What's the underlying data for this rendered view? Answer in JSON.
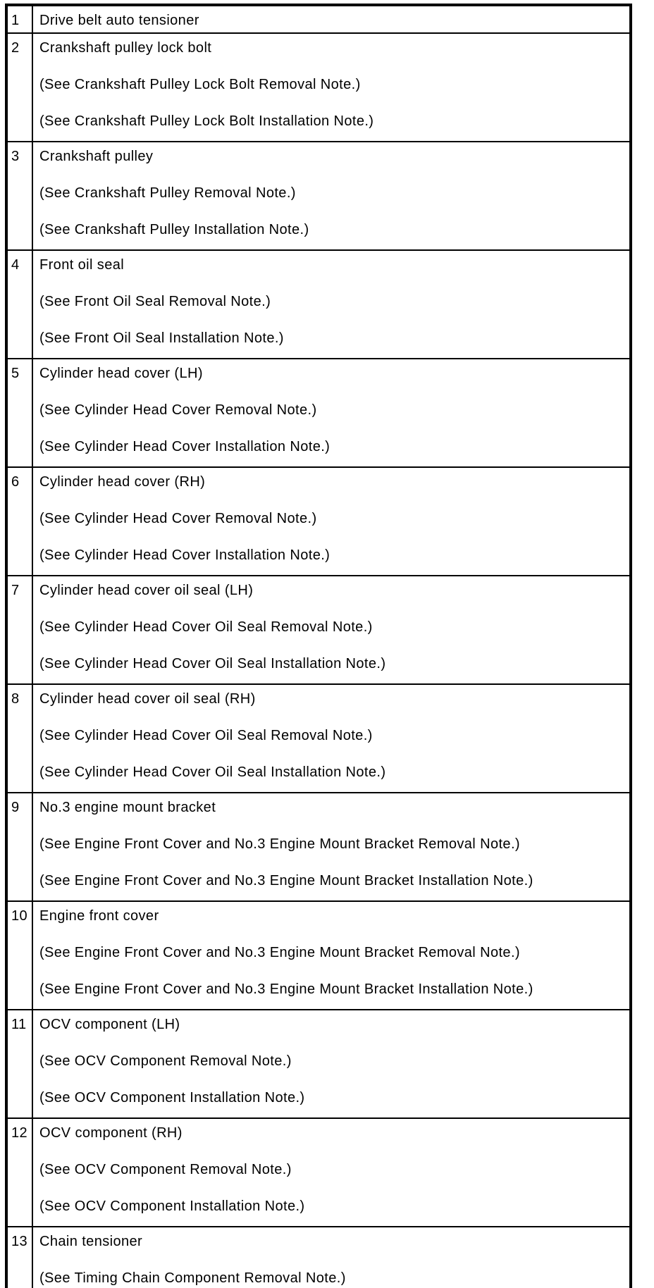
{
  "document": {
    "type": "service-manual-parts-table",
    "colors": {
      "background": "#ffffff",
      "border": "#000000",
      "text": "#000000"
    },
    "columns": [
      "item-number",
      "description"
    ],
    "rows": [
      {
        "num": "1",
        "name": "Drive belt auto tensioner",
        "notes": []
      },
      {
        "num": "2",
        "name": "Crankshaft pulley lock bolt",
        "notes": [
          "(See Crankshaft Pulley Lock Bolt Removal Note.)",
          "(See Crankshaft Pulley Lock Bolt Installation Note.)"
        ]
      },
      {
        "num": "3",
        "name": "Crankshaft pulley",
        "notes": [
          "(See Crankshaft Pulley Removal Note.)",
          "(See Crankshaft Pulley Installation Note.)"
        ]
      },
      {
        "num": "4",
        "name": "Front oil seal",
        "notes": [
          "(See Front Oil Seal Removal Note.)",
          "(See Front Oil Seal Installation Note.)"
        ]
      },
      {
        "num": "5",
        "name": "Cylinder head cover (LH)",
        "notes": [
          "(See Cylinder Head Cover Removal Note.)",
          "(See Cylinder Head Cover Installation Note.)"
        ]
      },
      {
        "num": "6",
        "name": "Cylinder head cover (RH)",
        "notes": [
          "(See Cylinder Head Cover Removal Note.)",
          "(See Cylinder Head Cover Installation Note.)"
        ]
      },
      {
        "num": "7",
        "name": "Cylinder head cover oil seal (LH)",
        "notes": [
          "(See Cylinder Head Cover Oil Seal Removal Note.)",
          "(See Cylinder Head Cover Oil Seal Installation Note.)"
        ]
      },
      {
        "num": "8",
        "name": "Cylinder head cover oil seal (RH)",
        "notes": [
          "(See Cylinder Head Cover Oil Seal Removal Note.)",
          "(See Cylinder Head Cover Oil Seal Installation Note.)"
        ]
      },
      {
        "num": "9",
        "name": "No.3 engine mount bracket",
        "notes": [
          "(See Engine Front Cover and No.3 Engine Mount Bracket Removal Note.)",
          "(See Engine Front Cover and No.3 Engine Mount Bracket Installation Note.)"
        ]
      },
      {
        "num": "10",
        "name": "Engine front cover",
        "notes": [
          "(See Engine Front Cover and No.3 Engine Mount Bracket Removal Note.)",
          "(See Engine Front Cover and No.3 Engine Mount Bracket Installation Note.)"
        ]
      },
      {
        "num": "11",
        "name": "OCV component (LH)",
        "notes": [
          "(See OCV Component Removal Note.)",
          "(See OCV Component Installation Note.)"
        ]
      },
      {
        "num": "12",
        "name": "OCV component (RH)",
        "notes": [
          "(See OCV Component Removal Note.)",
          "(See OCV Component Installation Note.)"
        ]
      },
      {
        "num": "13",
        "name": "Chain tensioner",
        "notes": [
          "(See Timing Chain Component Removal Note.)"
        ]
      }
    ]
  }
}
